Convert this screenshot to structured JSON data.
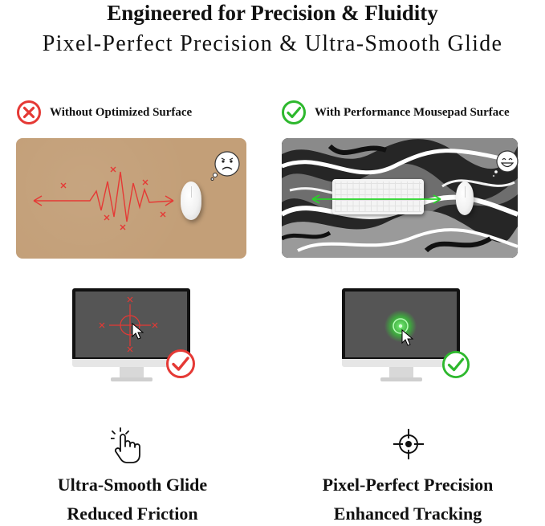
{
  "header": {
    "title": "Engineered for Precision & Fluidity",
    "subtitle": "Pixel-Perfect Precision & Ultra-Smooth Glide"
  },
  "comparison": {
    "left": {
      "label": "Without Optimized Surface",
      "status_icon": "cross-circle-icon",
      "status_color": "#e53935",
      "pad_color": "#c39f78",
      "mood_icon": "sad-face-icon"
    },
    "right": {
      "label": "With Performance Mousepad Surface",
      "status_icon": "check-circle-icon",
      "status_color": "#2db82d",
      "pad_pattern": "black-white-marble",
      "mood_icon": "happy-face-icon"
    }
  },
  "features": {
    "left": {
      "icon": "tap-hand-icon",
      "line1": "Ultra-Smooth Glide",
      "line2": "Reduced Friction"
    },
    "right": {
      "icon": "crosshair-icon",
      "line1": "Pixel-Perfect Precision",
      "line2": "Enhanced Tracking"
    }
  },
  "colors": {
    "error": "#e53935",
    "success": "#2db82d",
    "accent_glow": "#3cff3c"
  }
}
